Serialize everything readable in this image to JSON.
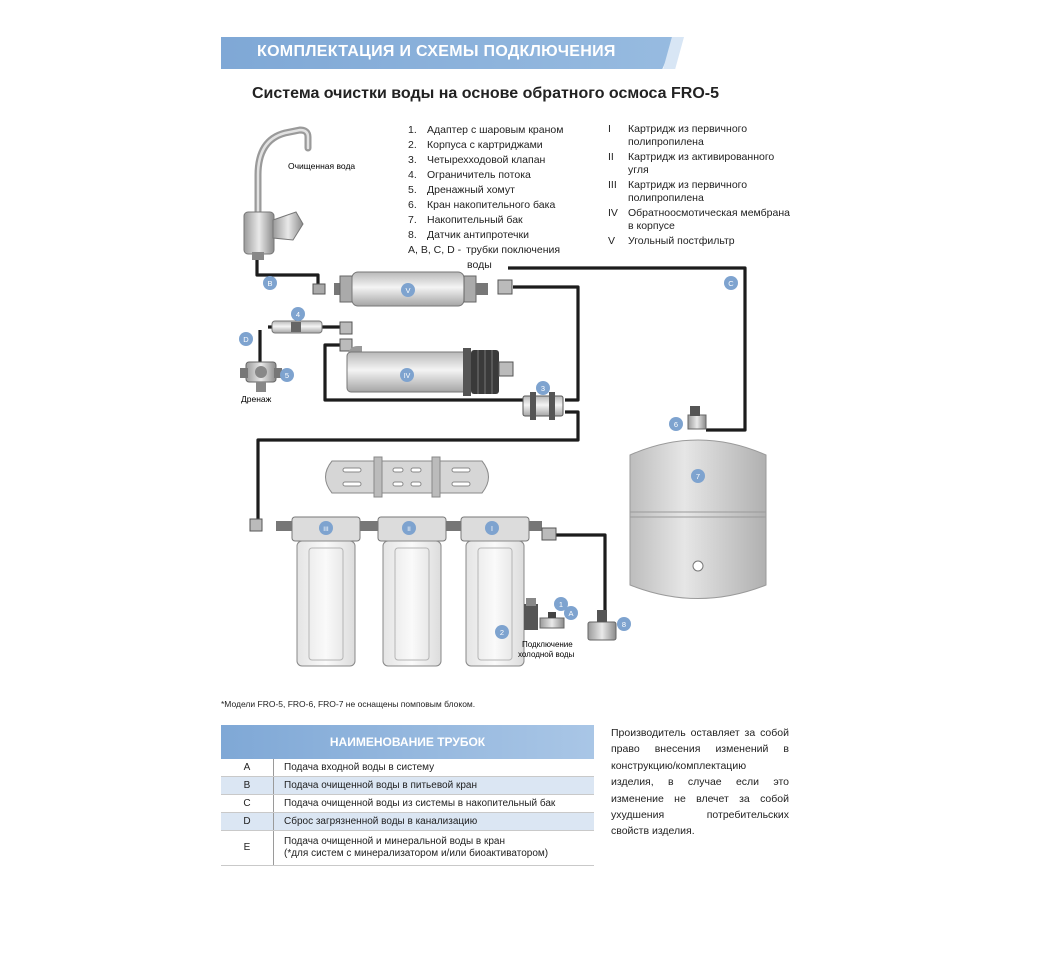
{
  "header": {
    "title": "КОМПЛЕКТАЦИЯ И СХЕМЫ ПОДКЛЮЧЕНИЯ",
    "subtitle": "Система очистки воды на основе обратного осмоса FRO-5"
  },
  "components_legend": [
    {
      "num": "1.",
      "text": "Адаптер с шаровым краном"
    },
    {
      "num": "2.",
      "text": "Корпуса с картриджами"
    },
    {
      "num": "3.",
      "text": "Четырехходовой клапан"
    },
    {
      "num": "4.",
      "text": "Ограничитель потока"
    },
    {
      "num": "5.",
      "text": "Дренажный хомут"
    },
    {
      "num": "6.",
      "text": "Кран накопительного бака"
    },
    {
      "num": "7.",
      "text": "Накопительный бак"
    },
    {
      "num": "8.",
      "text": "Датчик антипротечки"
    },
    {
      "num": "A, B, C, D -",
      "text": "трубки поключения",
      "text2": "воды"
    }
  ],
  "cartridges_legend": [
    {
      "num": "I",
      "line1": "Картридж из первичного",
      "line2": "полипропилена"
    },
    {
      "num": "II",
      "line1": "Картридж из активированного",
      "line2": "угля"
    },
    {
      "num": "III",
      "line1": "Картридж из первичного",
      "line2": "полипропилена"
    },
    {
      "num": "IV",
      "line1": "Обратноосмотическая мембрана",
      "line2": "в корпусе"
    },
    {
      "num": "V",
      "line1": "Угольный постфильтр",
      "line2": ""
    }
  ],
  "diagram": {
    "faucet_label": "Очищенная вода",
    "drain_label": "Дренаж",
    "cold_water_label_1": "Подключение",
    "cold_water_label_2": "холодной воды",
    "markers": {
      "B": "B",
      "V": "V",
      "C": "C",
      "four": "4",
      "D": "D",
      "five": "5",
      "IV": "IV",
      "three": "3",
      "six": "6",
      "seven": "7",
      "III": "III",
      "II": "II",
      "I": "I",
      "two": "2",
      "one": "1",
      "A": "A",
      "eight": "8"
    },
    "colors": {
      "marker": "#7ea3cf",
      "line": "#1c1c1c",
      "tank": "#d8d8d8"
    }
  },
  "footnote": "*Модели FRO-5, FRO-6, FRO-7 не оснащены помповым блоком.",
  "tubes_table": {
    "title": "НАИМЕНОВАНИЕ ТРУБОК",
    "rows": [
      {
        "code": "A",
        "desc": "Подача входной воды в систему"
      },
      {
        "code": "B",
        "desc": "Подача очищенной воды в питьевой кран"
      },
      {
        "code": "C",
        "desc": "Подача очищенной воды из системы в накопительный бак"
      },
      {
        "code": "D",
        "desc": "Сброс загрязненной воды в канализацию"
      },
      {
        "code": "E",
        "desc": "Подача очищенной и минеральной воды в кран",
        "desc2": "(*для систем с минерализатором и/или биоактиватором)"
      }
    ]
  },
  "note": "Производитель оставляет за собой право внесения изменений в конструкцию/комплектацию изделия, в случае если это изменение не влечет за собой ухудшения потребительских свойств изделия."
}
